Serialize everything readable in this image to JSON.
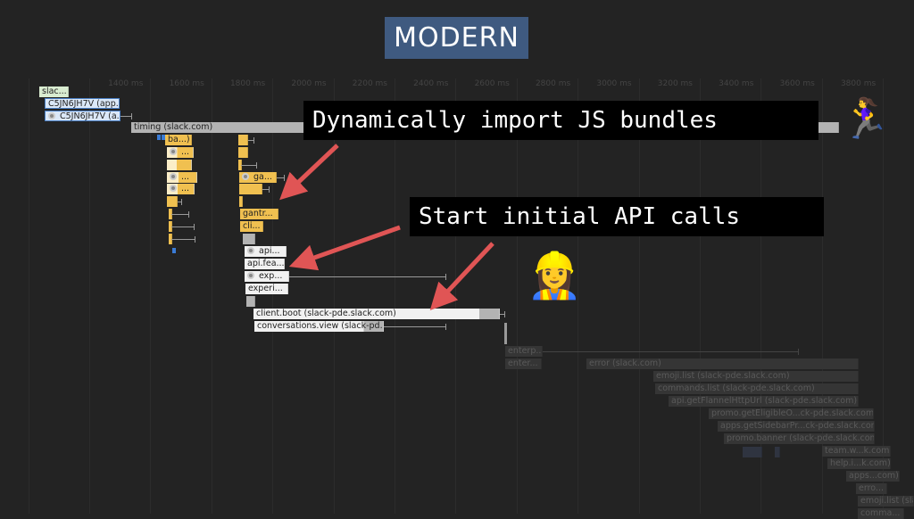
{
  "slide": {
    "title": "MODERN"
  },
  "callouts": {
    "first": "Dynamically import JS bundles",
    "second": "Start initial API calls"
  },
  "emojis": {
    "runner": "🏃‍♀️",
    "worker": "👷‍♀️"
  },
  "axis": {
    "ticks": [
      "1400 ms",
      "1600 ms",
      "1800 ms",
      "2000 ms",
      "2200 ms",
      "2400 ms",
      "2600 ms",
      "2800 ms",
      "3000 ms",
      "3200 ms",
      "3400 ms",
      "3600 ms",
      "3800 ms"
    ]
  },
  "bars": {
    "slack": "slac...",
    "app1": "C5JN6JH7V (app....",
    "app2": "C5JN6JH7V (a...",
    "timing": "timing (slack.com)",
    "ba": "ba...)",
    "dots1": "...",
    "dots2": "...",
    "dots3": "...",
    "ga": "ga...",
    "gantr": "gantr...",
    "cli": "cli...",
    "api": "api...",
    "apifea": "api.fea...",
    "exp": "exp...",
    "experi": "experi...",
    "clientboot": "client.boot (slack-pde.slack.com)",
    "convview": "conversations.view (slack-pd...",
    "enterp": "enterp...",
    "enter": "enter...",
    "error": "error (slack.com)",
    "emojilist": "emoji.list (slack-pde.slack.com)",
    "commands": "commands.list (slack-pde.slack.com)",
    "flannel": "api.getFlannelHttpUrl (slack-pde.slack.com)",
    "promoelig": "promo.getEligibleO...ck-pde.slack.com)",
    "appssidebar": "apps.getSidebarPr...ck-pde.slack.com)",
    "promobanner": "promo.banner (slack-pde.slack.com)",
    "teamw": "team.w...k.com)",
    "helpi": "help.i...k.com)",
    "apps": "apps...com)",
    "erro": "erro...",
    "emojilist2": "emoji.list (sla",
    "comma": "comma..."
  },
  "colors": {
    "background": "#232323",
    "title_bg": "#3f5a80",
    "arrow": "#e05555",
    "bundle": "#f0c050"
  }
}
